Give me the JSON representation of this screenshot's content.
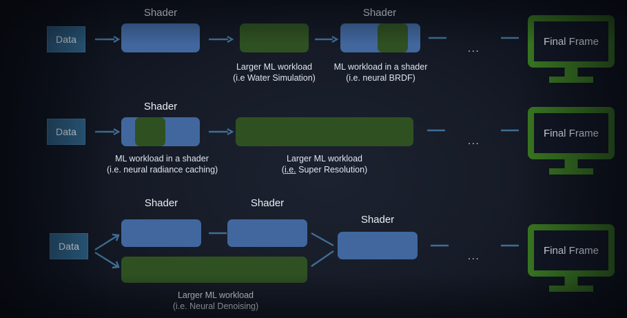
{
  "theme": {
    "background_dark": "#0e131e",
    "shader_blue": "#41679e",
    "ml_green": "#2f5122",
    "data_blue": "#2d6085",
    "monitor_green": "#3c7d22",
    "connector_blue": "#3f6f96",
    "text_light": "#e9eef4"
  },
  "common": {
    "data_label": "Data",
    "shader_label": "Shader",
    "ellipsis": "...",
    "final_frame_label": "Final Frame"
  },
  "rows": [
    {
      "id": "row-1",
      "shader_labels": [
        "Shader",
        "Shader"
      ],
      "captions": [
        {
          "line1": "Larger ML workload",
          "line2_pre": "(i.e Water Simulation)",
          "line2_squiggle": "",
          "line2_post": ""
        },
        {
          "line1": "ML workload in a shader",
          "line2_pre": "(i.e. neural BRDF)",
          "line2_squiggle": "",
          "line2_post": ""
        }
      ]
    },
    {
      "id": "row-2",
      "shader_labels": [
        "Shader"
      ],
      "captions": [
        {
          "line1": "ML workload in a shader",
          "line2_pre": "(i.e. neural radiance caching)",
          "line2_squiggle": "",
          "line2_post": ""
        },
        {
          "line1": "Larger ML workload",
          "line2_pre": "(",
          "line2_squiggle": "i.e.",
          "line2_post": " Super Resolution)"
        }
      ]
    },
    {
      "id": "row-3",
      "shader_labels": [
        "Shader",
        "Shader",
        "Shader"
      ],
      "captions": [
        {
          "line1": "Larger ML workload",
          "line2_pre": "(i.e. Neural Denoising)",
          "line2_squiggle": "",
          "line2_post": ""
        }
      ]
    }
  ]
}
